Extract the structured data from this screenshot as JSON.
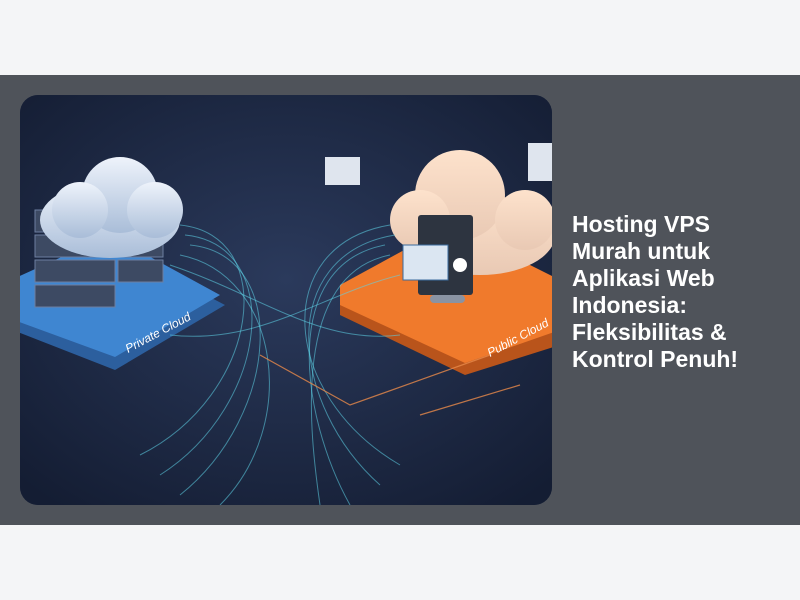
{
  "hero": {
    "title": "Hosting VPS Murah untuk Aplikasi Web Indonesia: Fleksibilitas & Kontrol Penuh!",
    "image": {
      "private_label": "Private Cloud",
      "public_label": "Public Cloud"
    }
  },
  "colors": {
    "band": "#4f535a",
    "page": "#f4f5f7",
    "private": "#3f86d1",
    "public": "#f07a2c"
  }
}
